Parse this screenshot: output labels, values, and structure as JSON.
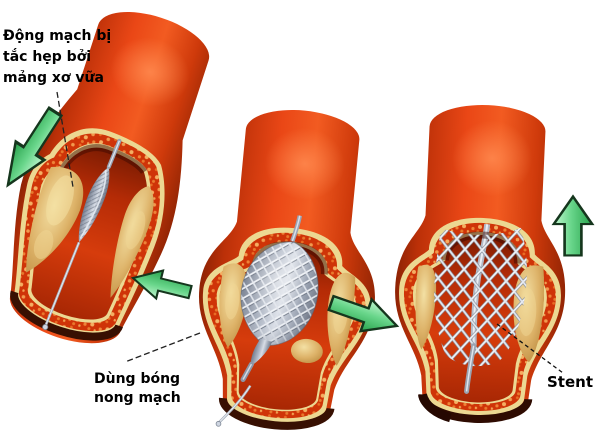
{
  "figure": {
    "background": "#ffffff",
    "description_labels_language": "vi"
  },
  "labels": {
    "blocked_artery": "Động mạch bị\ntắc hẹp bởi\nmảng xơ vữa",
    "balloon": "Dùng bóng\nnong mạch",
    "stent": "Stent"
  },
  "arrows": [
    {
      "icon": "arrow-down-left-icon",
      "direction": "down-left"
    },
    {
      "icon": "arrow-left-icon",
      "direction": "left"
    },
    {
      "icon": "arrow-right-icon",
      "direction": "right"
    },
    {
      "icon": "arrow-up-icon",
      "direction": "up"
    }
  ],
  "palette": {
    "artery_red": "#e8481a",
    "artery_dark_red": "#8e2304",
    "wall_cream": "#ecd892",
    "wall_speckle_base": "#cf3408",
    "plaque_tan": "#ddb268",
    "lumen_red": "#c93508",
    "device_gray": "#aeb6c4",
    "stent_silver": "#f2f4f8",
    "arrow_green": "#69d68b",
    "arrow_outline": "#15361d",
    "label_color": "#000000"
  }
}
